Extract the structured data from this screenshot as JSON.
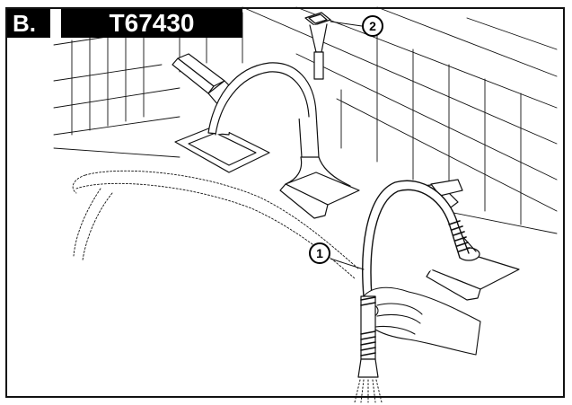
{
  "header": {
    "section_label": "B.",
    "model_number": "T67430"
  },
  "callouts": [
    {
      "number": "1"
    },
    {
      "number": "2"
    }
  ]
}
